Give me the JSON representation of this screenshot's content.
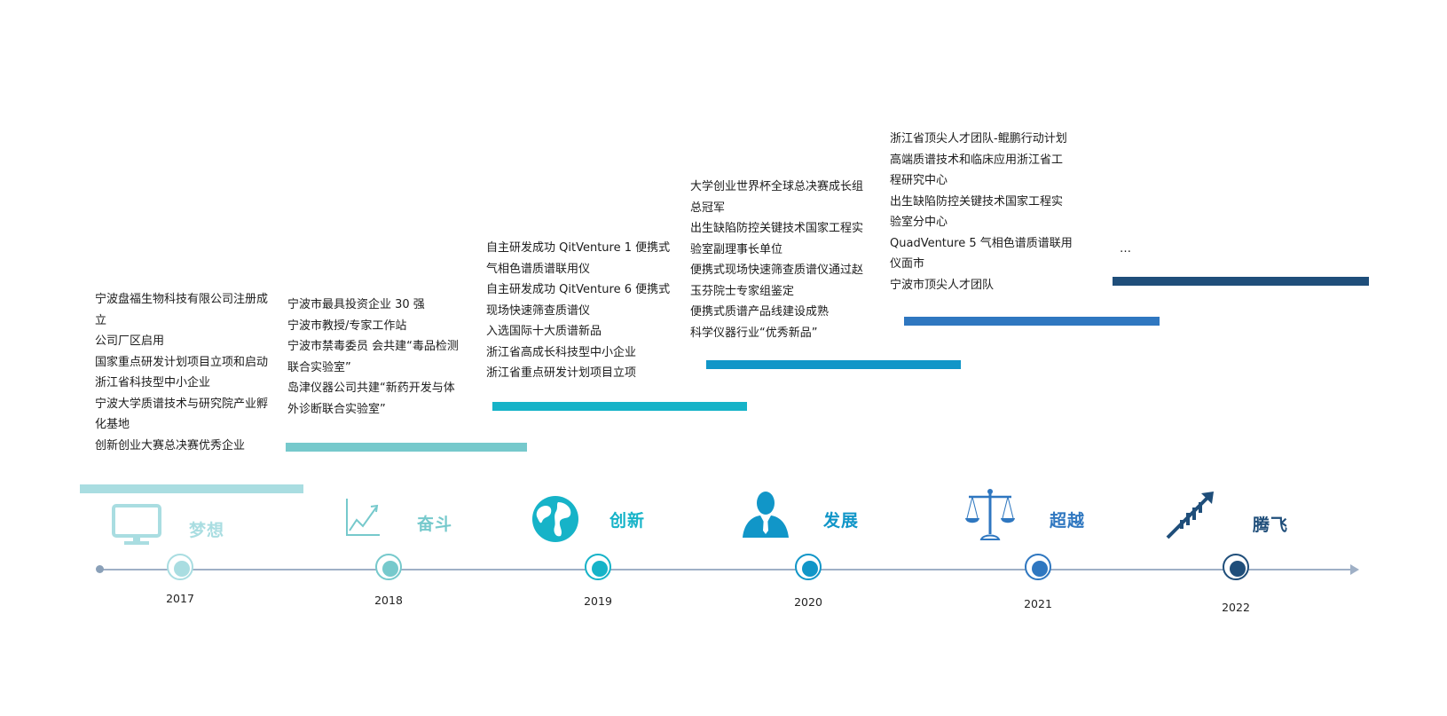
{
  "stages": [
    {
      "year": "2017",
      "theme": "梦想",
      "icon": "monitor-icon",
      "color": "#a9dde1",
      "items": [
        "宁波盘福生物科技有限公司注册成",
        "立",
        "公司厂区启用",
        "国家重点研发计划项目立项和启动",
        "浙江省科技型中小企业",
        "宁波大学质谱技术与研究院产业孵",
        "化基地",
        "创新创业大赛总决赛优秀企业"
      ]
    },
    {
      "year": "2018",
      "theme": "奋斗",
      "icon": "growth-chart-icon",
      "color": "#76c9cc",
      "items": [
        "宁波市最具投资企业 30 强",
        "宁波市教授/专家工作站",
        "宁波市禁毒委员 会共建“毒品检测",
        "联合实验室”",
        "岛津仪器公司共建“新药开发与体",
        "外诊断联合实验室”"
      ]
    },
    {
      "year": "2019",
      "theme": "创新",
      "icon": "globe-icon",
      "color": "#16b3c8",
      "items": [
        "自主研发成功 QitVenture 1 便携式",
        "气相色谱质谱联用仪",
        "自主研发成功 QitVenture 6 便携式",
        "现场快速筛查质谱仪",
        "入选国际十大质谱新品",
        "浙江省高成长科技型中小企业",
        "浙江省重点研发计划项目立项"
      ]
    },
    {
      "year": "2020",
      "theme": "发展",
      "icon": "businessman-icon",
      "color": "#1196c8",
      "items": [
        "大学创业世界杯全球总决赛成长组",
        "总冠军",
        "出生缺陷防控关键技术国家工程实",
        "验室副理事长单位",
        "便携式现场快速筛查质谱仪通过赵",
        "玉芬院士专家组鉴定",
        "便携式质谱产品线建设成熟",
        "科学仪器行业“优秀新品”"
      ]
    },
    {
      "year": "2021",
      "theme": "超越",
      "icon": "scales-icon",
      "color": "#2f77c0",
      "items": [
        "浙江省顶尖人才团队-鲲鹏行动计划",
        "高端质谱技术和临床应用浙江省工",
        "程研究中心",
        "出生缺陷防控关键技术国家工程实",
        "验室分中心",
        "QuadVenture 5  气相色谱质谱联用",
        "仪面市",
        "宁波市顶尖人才团队"
      ]
    },
    {
      "year": "2022",
      "theme": "腾飞",
      "icon": "rising-arrow-icon",
      "color": "#1f4e7a",
      "items": [
        "…"
      ]
    }
  ]
}
